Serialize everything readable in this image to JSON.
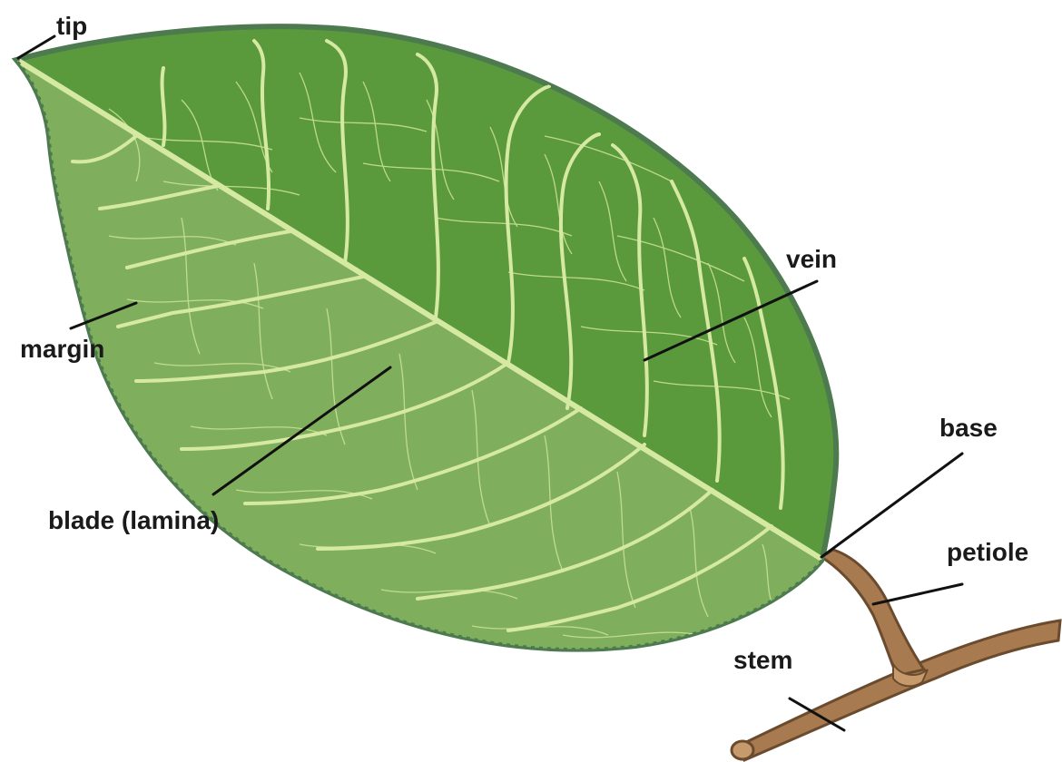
{
  "labels": {
    "tip": "tip",
    "vein": "vein",
    "margin": "margin",
    "blade": "blade (lamina)",
    "base": "base",
    "petiole": "petiole",
    "stem": "stem"
  },
  "colors": {
    "blade_dark": "#5a9a3c",
    "blade_light": "#7faf5c",
    "outline": "#4d7a4f",
    "vein_main": "#d6e9a2",
    "vein_fine": "#c9e094",
    "stem": "#a87a4f",
    "stem_outline": "#6b4b2e",
    "leader": "#111111"
  }
}
